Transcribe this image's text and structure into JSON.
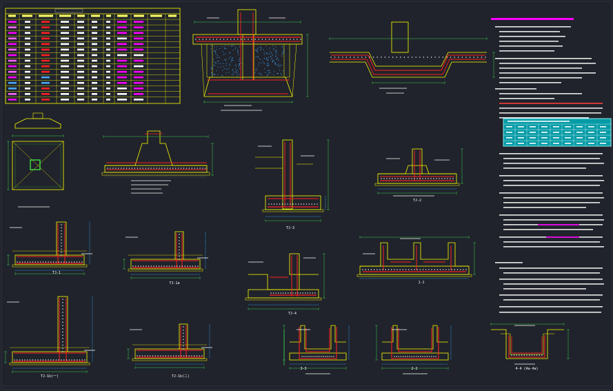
{
  "colors": {
    "background": "#20232b",
    "outline": "#ffff00",
    "rebar_red": "#ff2020",
    "dim_green": "#39d353",
    "dot_blue": "#2aa8ff",
    "text": "#ffffff",
    "magenta": "#ff00ff",
    "table_cyan": "#00a8b4"
  },
  "drawing_labels": {
    "tj1": "TJ-1",
    "tj1a": "TJ-1a",
    "tj1b_1": "TJ-1b(一)",
    "tj1b_2": "TJ-1b(二)",
    "tj2": "TJ-2",
    "tj3": "TJ-3",
    "tj4": "TJ-4",
    "sec_1_1": "1-1",
    "sec_2_2": "2-2",
    "sec_3_3": "3-3",
    "sec_4_4": "4-4 (4a-4a)"
  }
}
